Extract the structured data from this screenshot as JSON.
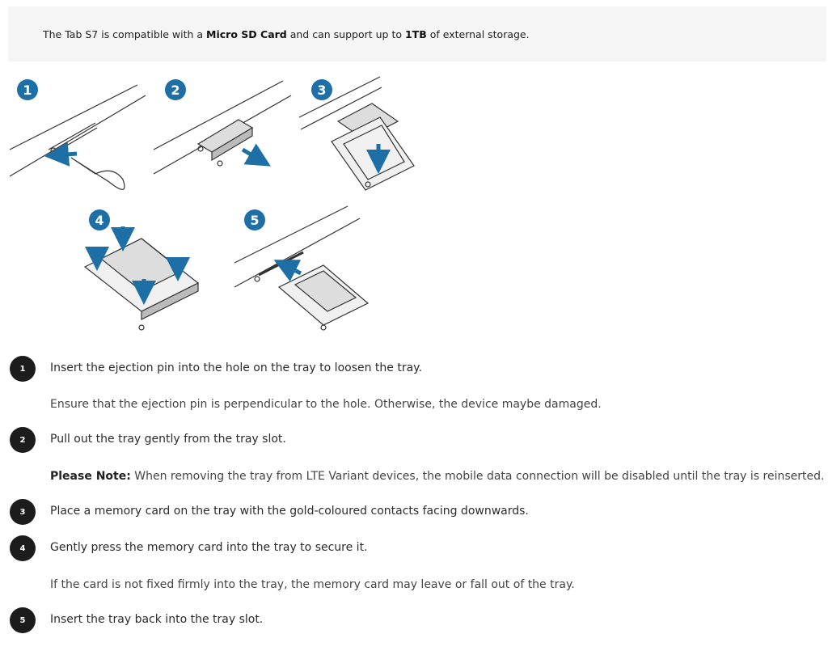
{
  "info": {
    "prefix": "The Tab S7 is compatible with a ",
    "card_type": "Micro SD Card",
    "middle": " and can support up to ",
    "capacity": "1TB",
    "suffix": " of external storage."
  },
  "illustration": {
    "markers": [
      "1",
      "2",
      "3",
      "4",
      "5"
    ],
    "accent_color": "#1d6fa5"
  },
  "steps": [
    {
      "number": "1",
      "text": "Insert the ejection pin into the hole on the tray to loosen the tray."
    },
    {
      "number": "2",
      "text": "Pull out the tray gently from the tray slot."
    },
    {
      "number": "3",
      "text": "Place a memory card on the tray with the gold-coloured contacts facing downwards."
    },
    {
      "number": "4",
      "text": "Gently press the memory card into the tray to secure it."
    },
    {
      "number": "5",
      "text": "Insert the tray back into the tray slot."
    }
  ],
  "notes": {
    "pin_note": "Ensure that the ejection pin is perpendicular to the hole. Otherwise, the device maybe damaged.",
    "lte_label": "Please Note:",
    "lte_text": " When removing the tray from LTE Variant devices, the mobile data connection will be disabled until the tray is reinserted.",
    "card_note": "If the card is not fixed firmly into the tray, the memory card may leave or fall out of the tray."
  }
}
